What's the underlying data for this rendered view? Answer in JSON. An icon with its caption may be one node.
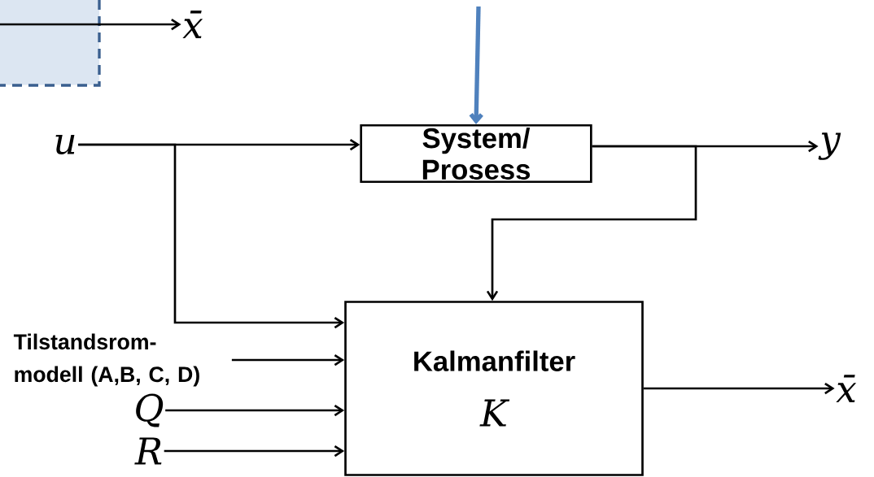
{
  "diagram": {
    "nodes": [
      {
        "text": [],
        "shape": "box"
      },
      {
        "text": [
          "x̄"
        ]
      },
      {
        "text": [
          "u"
        ]
      },
      {
        "text": [
          "System/ Prosess"
        ]
      },
      {
        "text": [
          "y"
        ]
      },
      {
        "text": [
          "Kalmanfilter",
          "K"
        ]
      },
      {
        "text": [
          "Tilstandsrom- modell (A,B, C, D)"
        ]
      },
      {
        "text": [
          "Q"
        ]
      },
      {
        "text": [
          "R"
        ]
      },
      {
        "text": [
          "x̄"
        ]
      }
    ],
    "edges": [
      {
        "from": 0,
        "to": 1,
        "arrow": "to"
      },
      {
        "from": null,
        "to": 3,
        "arrow": "to",
        "style": "thick",
        "color": "#4f81bd"
      },
      {
        "from": 2,
        "to": 3,
        "arrow": "to"
      },
      {
        "from": 2,
        "to": 5,
        "arrow": "to"
      },
      {
        "from": 3,
        "to": 4,
        "arrow": "to"
      },
      {
        "from": 3,
        "to": 5,
        "arrow": "to"
      },
      {
        "from": 6,
        "to": 5,
        "arrow": "to"
      },
      {
        "from": 7,
        "to": 5,
        "arrow": "to"
      },
      {
        "from": 8,
        "to": 5,
        "arrow": "to"
      },
      {
        "from": 5,
        "to": 9,
        "arrow": "to"
      }
    ]
  }
}
